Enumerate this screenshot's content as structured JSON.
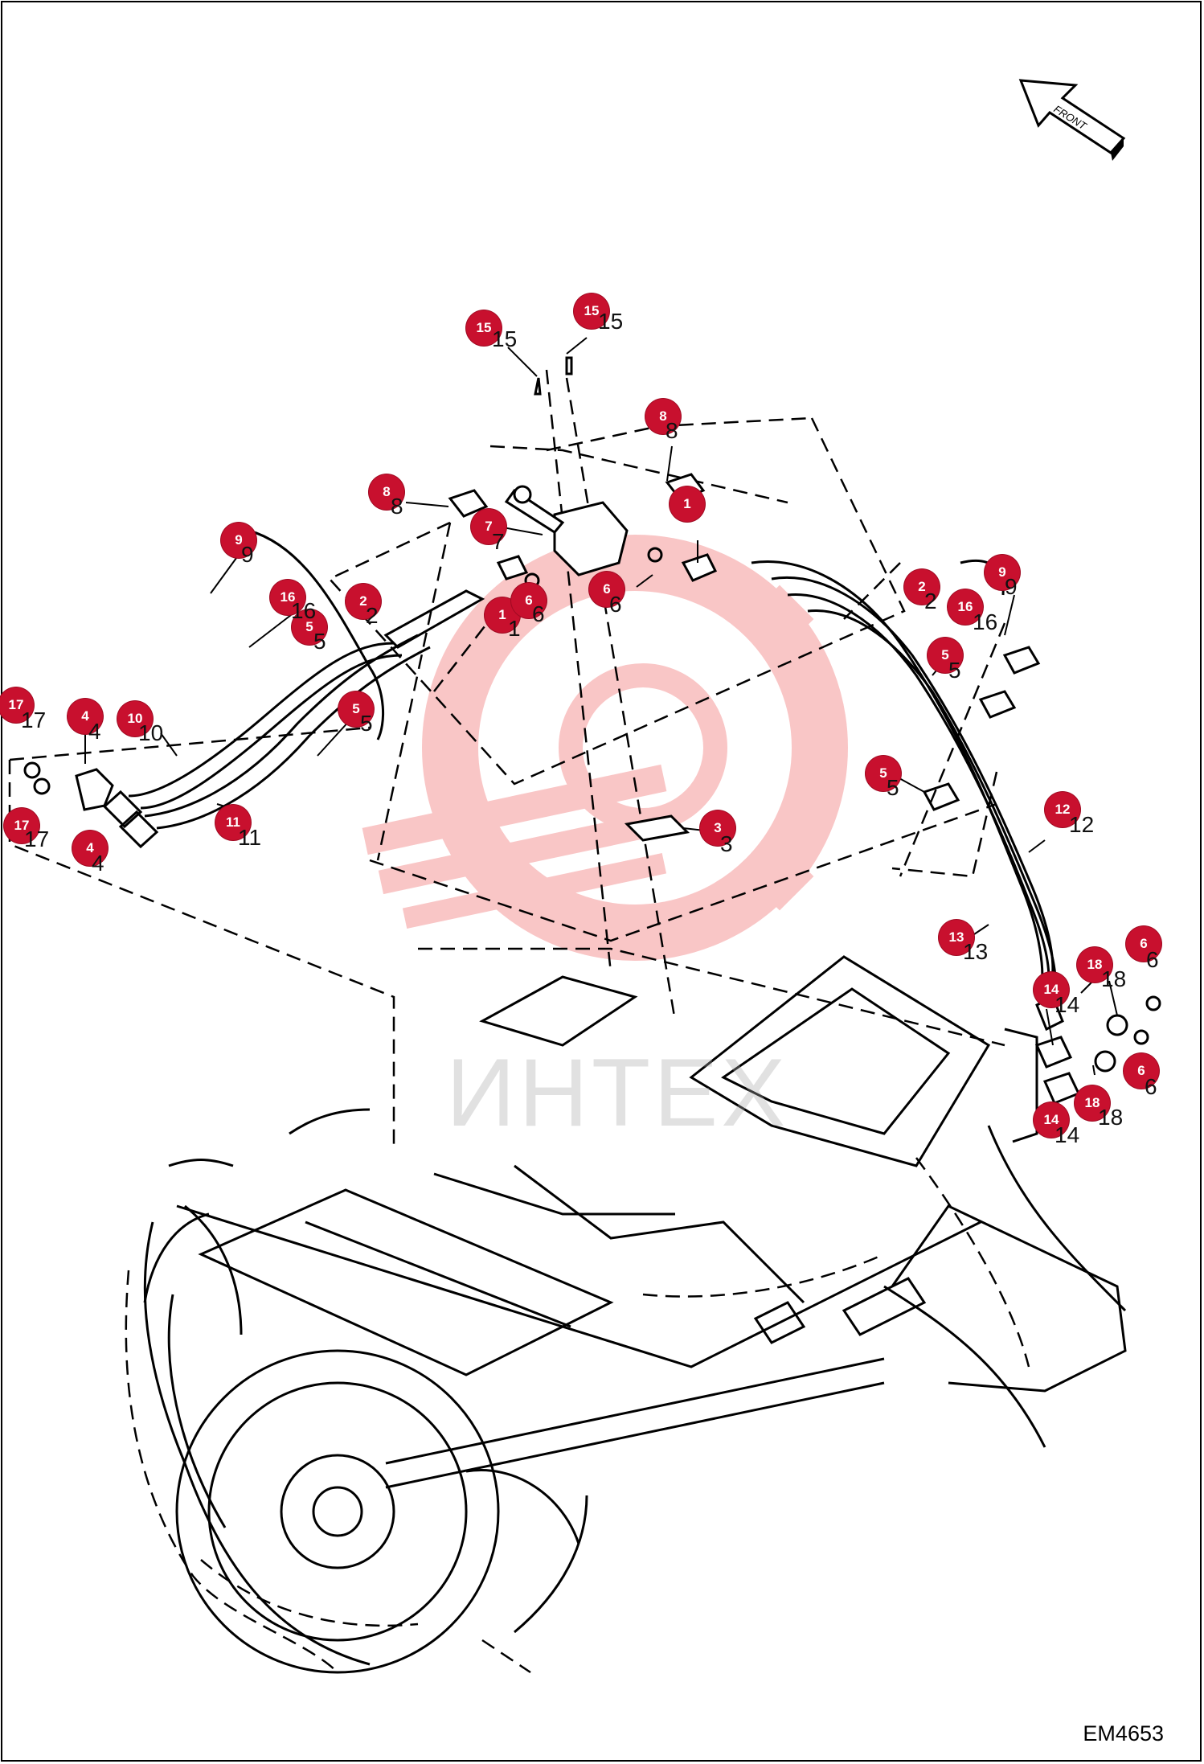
{
  "diagram": {
    "drawing_id": "EM4653",
    "front_label": "FRONT",
    "watermark": "ИНТЕХ",
    "colors": {
      "callout": "#c8102e",
      "watermark": "#f4a0a0",
      "line": "#000000"
    }
  },
  "callouts": [
    {
      "id": "c15a",
      "num": "15"
    },
    {
      "id": "c15b",
      "num": "15"
    },
    {
      "id": "c8a",
      "num": "8"
    },
    {
      "id": "c8b",
      "num": "8"
    },
    {
      "id": "c1a",
      "num": "1"
    },
    {
      "id": "c7",
      "num": "7"
    },
    {
      "id": "c1b",
      "num": "1"
    },
    {
      "id": "c6a",
      "num": "6"
    },
    {
      "id": "c6b",
      "num": "6"
    },
    {
      "id": "c9a",
      "num": "9"
    },
    {
      "id": "c16a",
      "num": "16"
    },
    {
      "id": "c2a",
      "num": "2"
    },
    {
      "id": "c5a",
      "num": "5"
    },
    {
      "id": "c5b",
      "num": "5"
    },
    {
      "id": "c17a",
      "num": "17"
    },
    {
      "id": "c4a",
      "num": "4"
    },
    {
      "id": "c10",
      "num": "10"
    },
    {
      "id": "c11",
      "num": "11"
    },
    {
      "id": "c17b",
      "num": "17"
    },
    {
      "id": "c4b",
      "num": "4"
    },
    {
      "id": "c3",
      "num": "3"
    },
    {
      "id": "c2b",
      "num": "2"
    },
    {
      "id": "c16b",
      "num": "16"
    },
    {
      "id": "c9b",
      "num": "9"
    },
    {
      "id": "c5c",
      "num": "5"
    },
    {
      "id": "c5d",
      "num": "5"
    },
    {
      "id": "c12",
      "num": "12"
    },
    {
      "id": "c13",
      "num": "13"
    },
    {
      "id": "c6c",
      "num": "6"
    },
    {
      "id": "c18a",
      "num": "18"
    },
    {
      "id": "c14a",
      "num": "14"
    },
    {
      "id": "c14b",
      "num": "14"
    },
    {
      "id": "c18b",
      "num": "18"
    },
    {
      "id": "c6d",
      "num": "6"
    }
  ]
}
